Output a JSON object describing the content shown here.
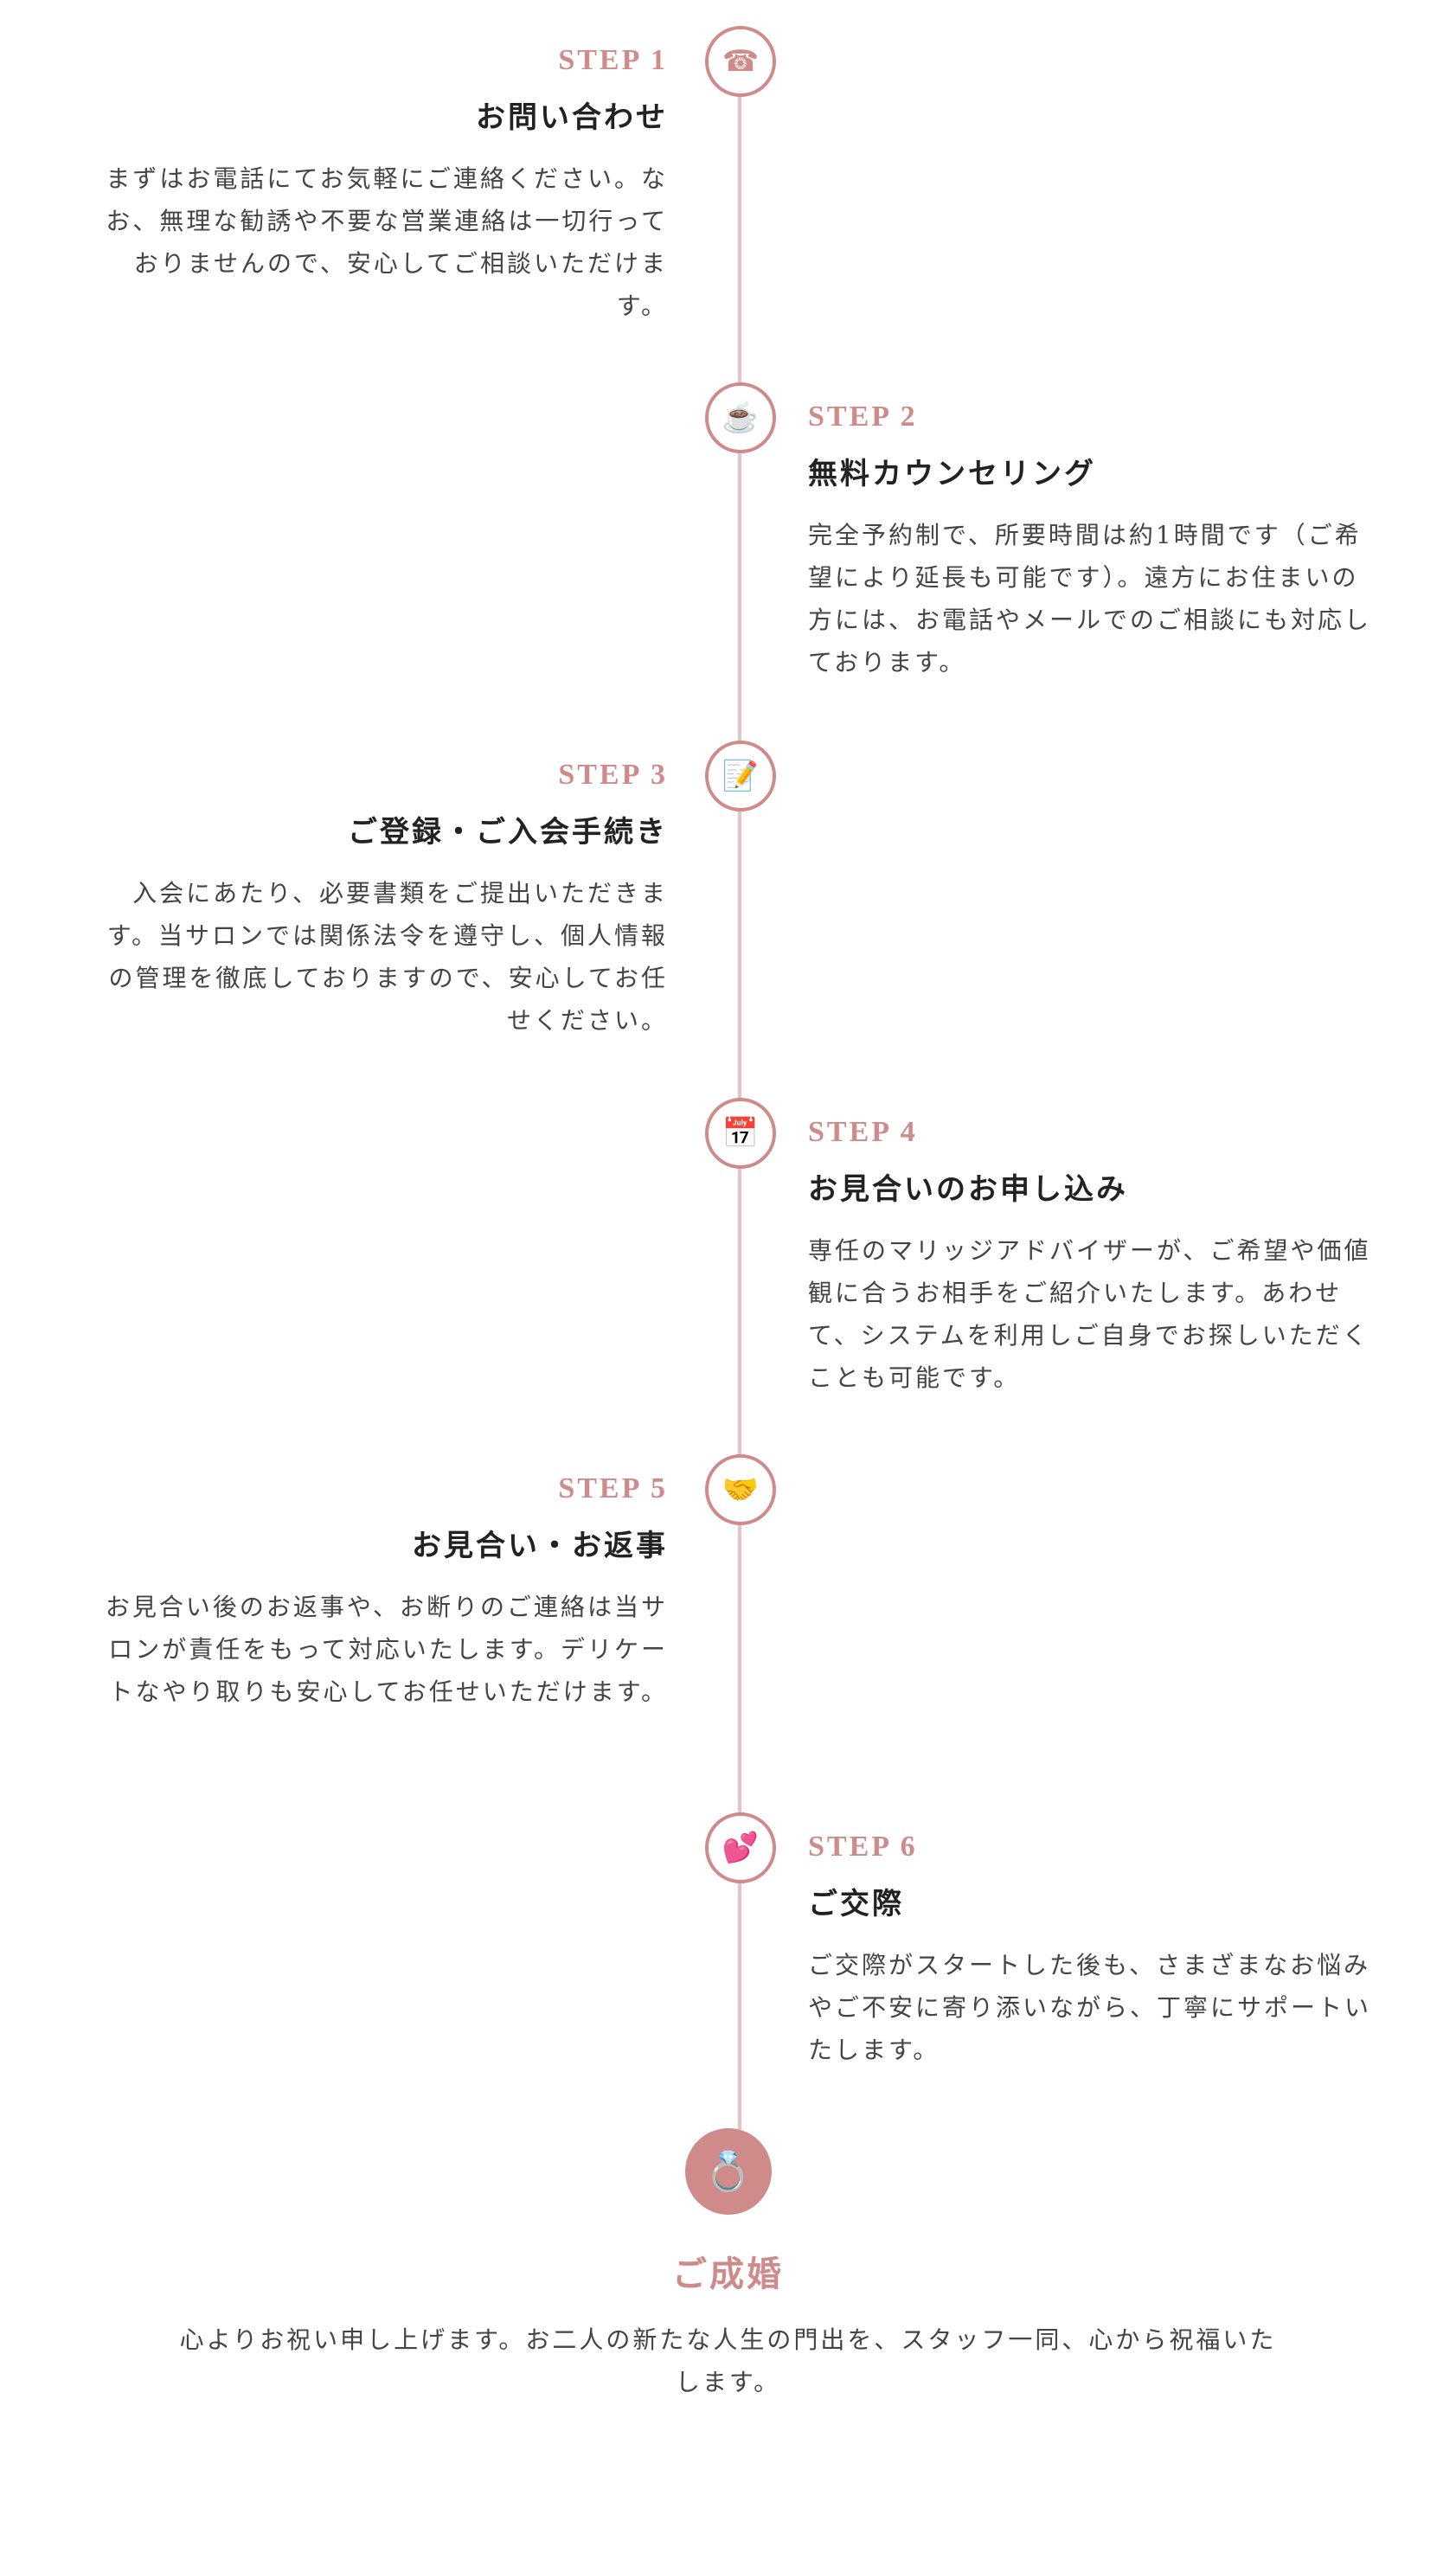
{
  "steps": [
    {
      "label": "STEP 1",
      "icon": "☎",
      "icon_name": "telephone-icon",
      "title": "お問い合わせ",
      "body": "まずはお電話にてお気軽にご連絡ください。なお、無理な勧誘や不要な営業連絡は一切行っておりませんので、安心してご相談いただけます。"
    },
    {
      "label": "STEP 2",
      "icon": "☕",
      "icon_name": "coffee-icon",
      "title": "無料カウンセリング",
      "body": "完全予約制で、所要時間は約1時間です（ご希望により延長も可能です）。遠方にお住まいの方には、お電話やメールでのご相談にも対応しております。"
    },
    {
      "label": "STEP 3",
      "icon": "📝",
      "icon_name": "memo-icon",
      "title": "ご登録・ご入会手続き",
      "body": "入会にあたり、必要書類をご提出いただきます。当サロンでは関係法令を遵守し、個人情報の管理を徹底しておりますので、安心してお任せください。"
    },
    {
      "label": "STEP 4",
      "icon": "📅",
      "icon_name": "calendar-icon",
      "title": "お見合いのお申し込み",
      "body": "専任のマリッジアドバイザーが、ご希望や価値観に合うお相手をご紹介いたします。あわせて、システムを利用しご自身でお探しいただくことも可能です。"
    },
    {
      "label": "STEP 5",
      "icon": "🤝",
      "icon_name": "handshake-icon",
      "title": "お見合い・お返事",
      "body": "お見合い後のお返事や、お断りのご連絡は当サロンが責任をもって対応いたします。デリケートなやり取りも安心してお任せいただけます。"
    },
    {
      "label": "STEP 6",
      "icon": "💕",
      "icon_name": "hearts-icon",
      "title": "ご交際",
      "body": "ご交際がスタートした後も、さまざまなお悩みやご不安に寄り添いながら、丁寧にサポートいたします。"
    }
  ],
  "final": {
    "icon": "💍",
    "title": "ご成婚",
    "body": "心よりお祝い申し上げます。お二人の新たな人生の門出を、スタッフ一同、心から祝福いたします。"
  },
  "colors": {
    "accent": "#cf8a8a",
    "line": "#e6c4c6",
    "text": "#444444"
  }
}
